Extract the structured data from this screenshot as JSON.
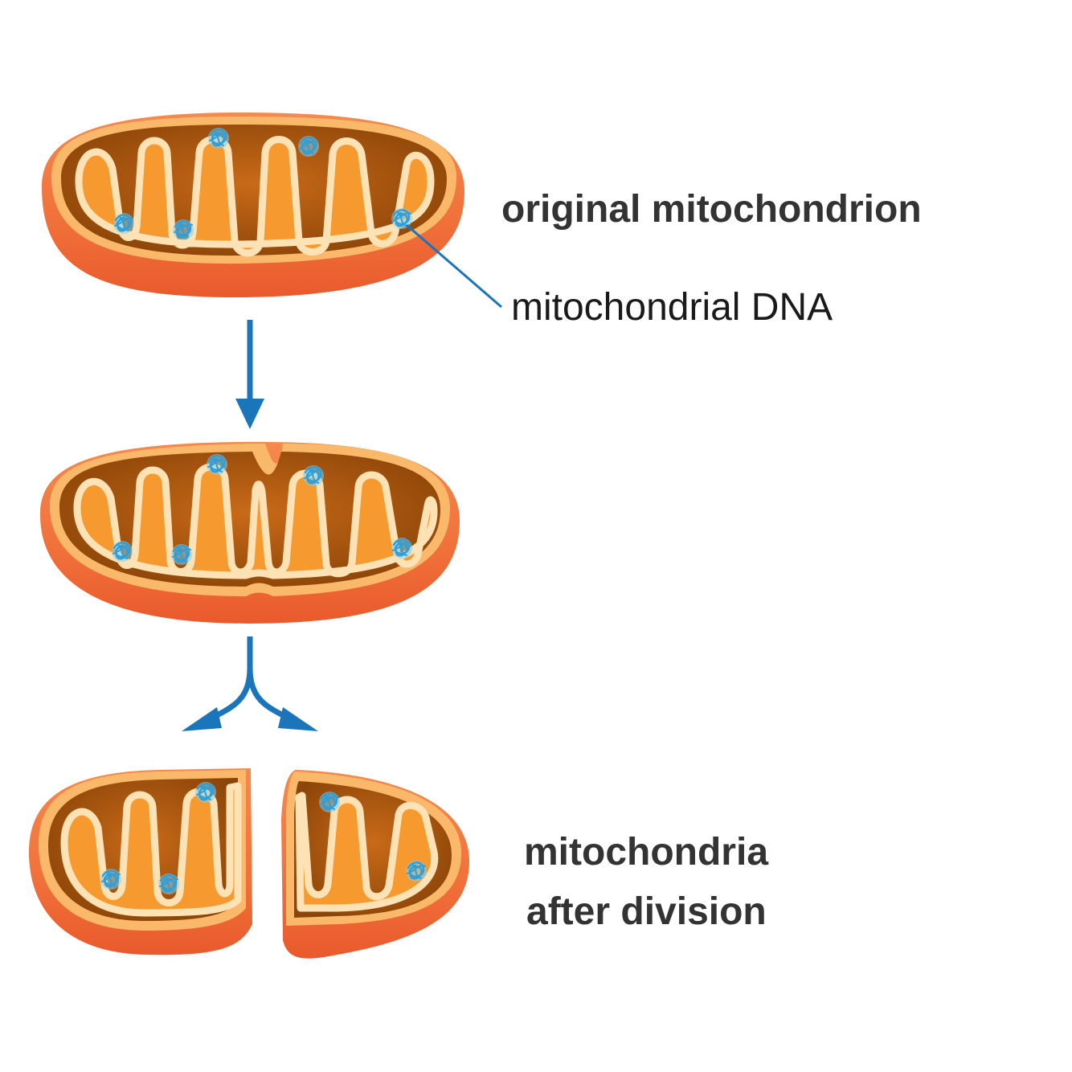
{
  "labels": {
    "original": "original mitochondrion",
    "dna": "mitochondrial DNA",
    "after_line1": "mitochondria",
    "after_line2": "after division"
  },
  "colors": {
    "outer_membrane": "#f0703a",
    "outer_shadow": "#e5572a",
    "inner_membrane": "#fde2b6",
    "matrix": "#f6992f",
    "intermembrane_dark": "#a8520d",
    "dna": "#3aa9dd",
    "arrow": "#1b75bb",
    "text": "#333333"
  }
}
